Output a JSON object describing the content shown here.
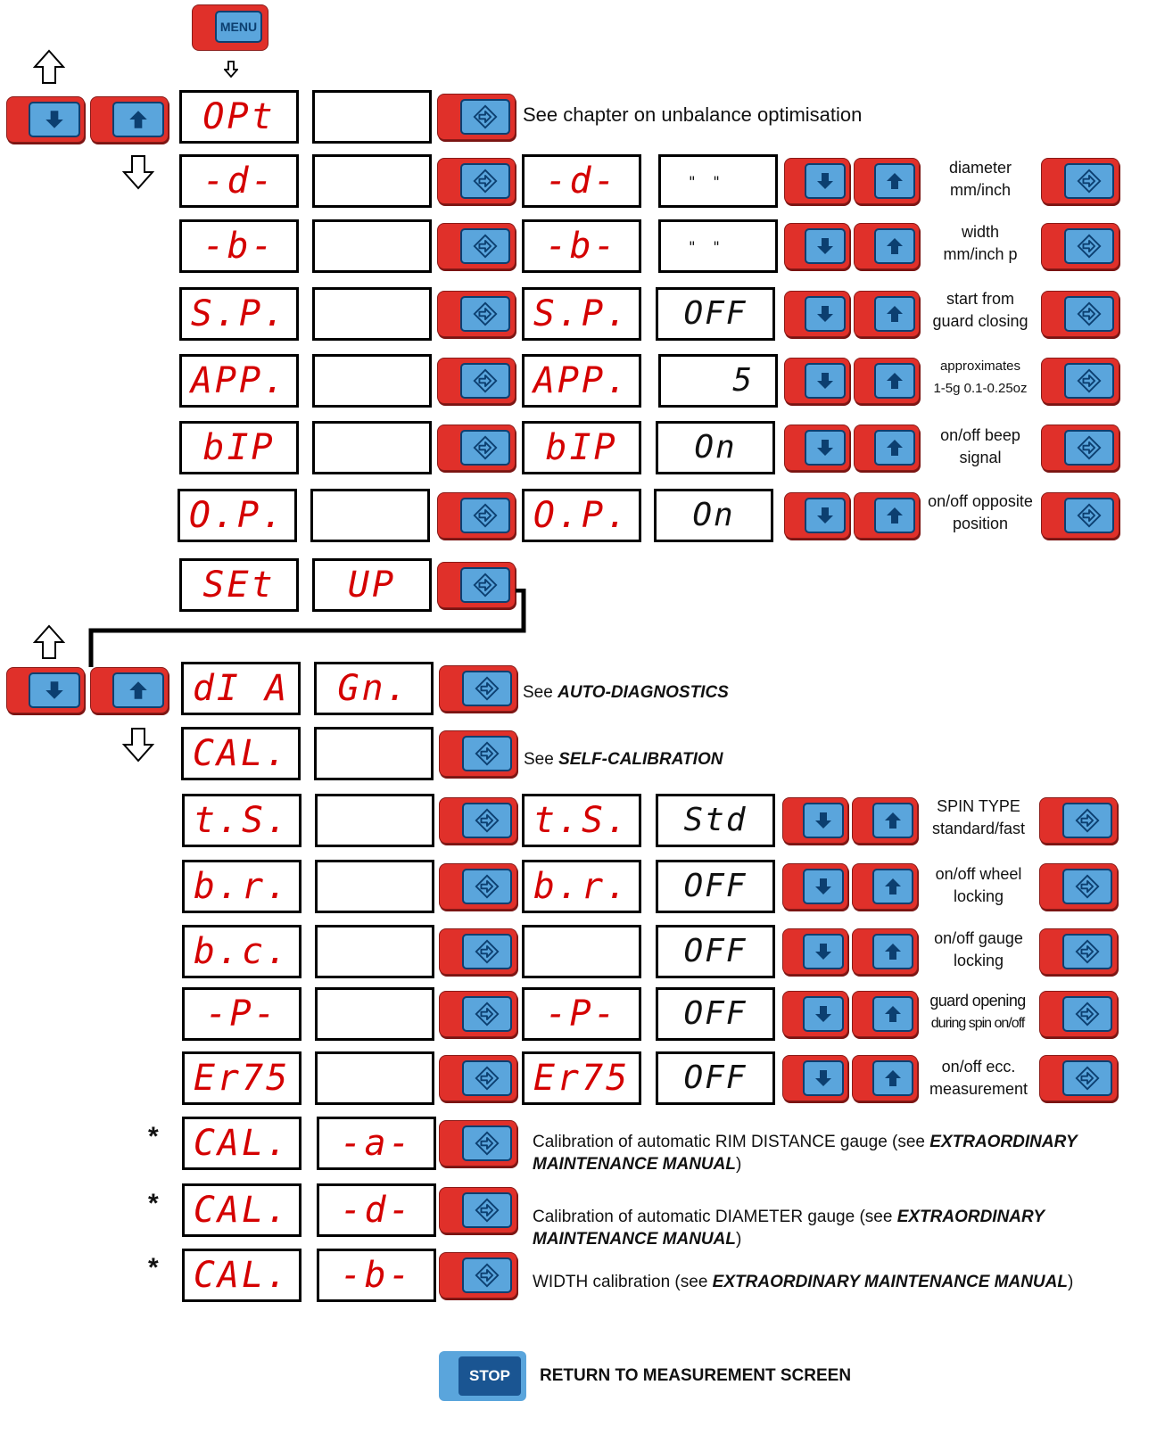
{
  "menu_key": {
    "label": "MENU"
  },
  "stop_key": {
    "label": "STOP"
  },
  "return_text": "RETURN TO MEASUREMENT SCREEN",
  "opt": {
    "display": "OPt",
    "desc": "See chapter on unbalance optimisation"
  },
  "settings": [
    {
      "code": "-d-",
      "value": "\" \"",
      "label_1": "diameter",
      "label_2": "mm/inch"
    },
    {
      "code": "-b-",
      "value": "\" \"",
      "label_1": "width",
      "label_2": "mm/inch p"
    },
    {
      "code": "S.P.",
      "value": "OFF",
      "label_1": "start from",
      "label_2": "guard closing"
    },
    {
      "code": "APP.",
      "value": "5",
      "label_1": "approximates",
      "label_2": "1-5g 0.1-0.25oz"
    },
    {
      "code": "bIP",
      "value": "On",
      "label_1": "on/off beep",
      "label_2": "signal"
    },
    {
      "code": "O.P.",
      "value": "On",
      "label_1": "on/off opposite",
      "label_2": "position"
    }
  ],
  "setup": {
    "code": "SEt",
    "value": "UP"
  },
  "diag": {
    "code": "dI A",
    "value": "Gn.",
    "desc_prefix": "See ",
    "desc_bold": "AUTO-DIAGNOSTICS"
  },
  "cal": {
    "code": "CAL.",
    "desc_prefix": "See ",
    "desc_bold": "SELF-CALIBRATION"
  },
  "setup_items": [
    {
      "code": "t.S.",
      "code2": "t.S.",
      "value": "Std",
      "label_1": "SPIN TYPE",
      "label_2": "standard/fast"
    },
    {
      "code": "b.r.",
      "code2": "b.r.",
      "value": "OFF",
      "label_1": "on/off wheel",
      "label_2": "locking"
    },
    {
      "code": "b.c.",
      "code2": "",
      "value": "OFF",
      "label_1": "on/off gauge",
      "label_2": "locking"
    },
    {
      "code": "-P-",
      "code2": "-P-",
      "value": "OFF",
      "label_1": "guard opening",
      "label_2": "during spin on/off"
    },
    {
      "code": "Er75",
      "code2": "Er75",
      "value": "OFF",
      "label_1": "on/off ecc.",
      "label_2": "measurement"
    }
  ],
  "calibrations": [
    {
      "star": "*",
      "code": "CAL.",
      "value": "-a-",
      "text_1": "Calibration of automatic RIM DISTANCE gauge (see ",
      "bold_1": "EXTRAORDINARY",
      "bold_2": "MAINTENANCE MANUAL",
      "text_2": ")"
    },
    {
      "star": "*",
      "code": "CAL.",
      "value": "-d-",
      "text_1": "Calibration of automatic DIAMETER gauge (see ",
      "bold_1": "EXTRAORDINARY",
      "bold_2": "MAINTENANCE MANUAL",
      "text_2": ")"
    },
    {
      "star": "*",
      "code": "CAL.",
      "value": "-b-",
      "text_1": "WIDTH calibration (see ",
      "bold_1": "EXTRAORDINARY MAINTENANCE MANUAL",
      "bold_2": "",
      "text_2": ")"
    }
  ]
}
